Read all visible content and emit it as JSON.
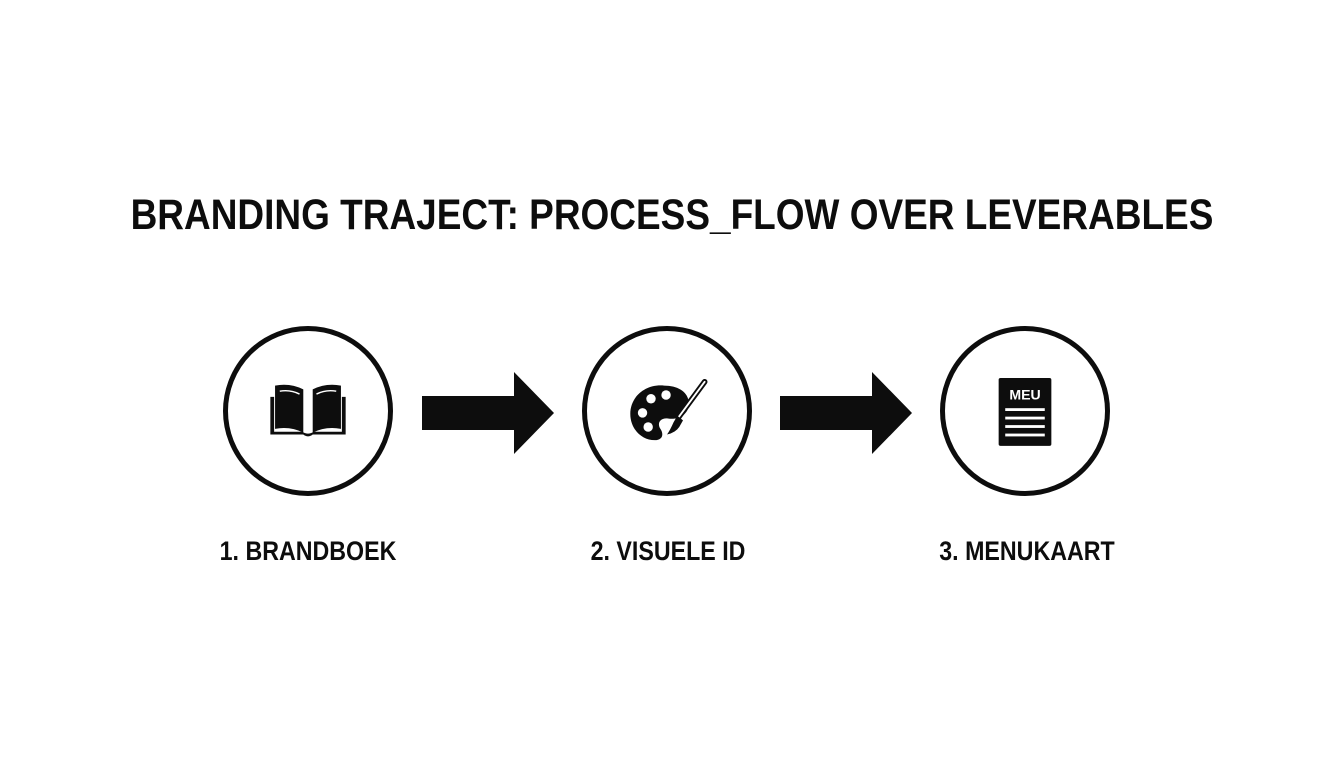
{
  "title": "BRANDING TRAJECT: PROCESS_FLOW OVER LEVERABLES",
  "steps": [
    {
      "label": "1. BRANDBOEK",
      "icon": "open-book-icon"
    },
    {
      "label": "2. VISUELE ID",
      "icon": "palette-brush-icon"
    },
    {
      "label": "3. MENUKAART",
      "icon": "menu-card-icon",
      "icon_text": "MEU"
    }
  ],
  "colors": {
    "ink": "#0d0d0d",
    "background": "#ffffff"
  }
}
